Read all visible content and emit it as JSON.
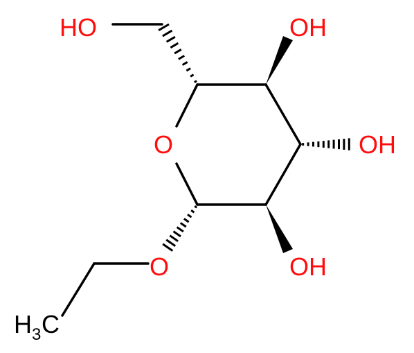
{
  "molecule": {
    "labels": {
      "ho_top_left": "HO",
      "oh_top": "OH",
      "ring_oxygen": "O",
      "oh_right": "OH",
      "oh_bottom": "OH",
      "ether_oxygen": "O",
      "methyl_h": "H",
      "methyl_sub": "3",
      "methyl_c": "C"
    },
    "colors": {
      "heteroatom": "#ff0d0d",
      "carbon": "#000000",
      "background": "#ffffff"
    }
  }
}
